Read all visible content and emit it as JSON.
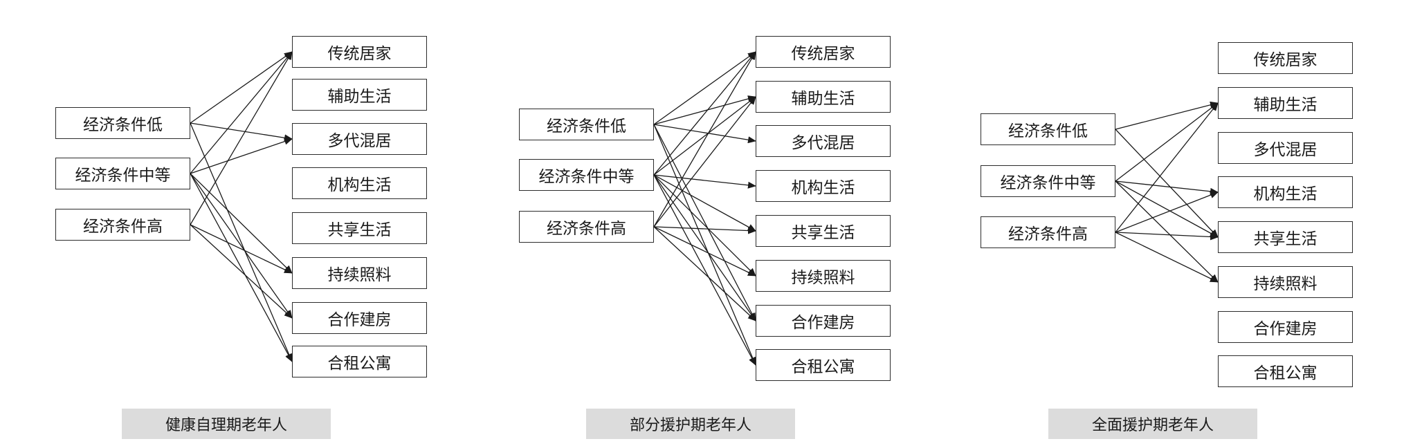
{
  "panels": [
    {
      "caption": "健康自理期老年人",
      "sources": [
        "经济条件低",
        "经济条件中等",
        "经济条件高"
      ],
      "targets": [
        "传统居家",
        "辅助生活",
        "多代混居",
        "机构生活",
        "共享生活",
        "持续照料",
        "合作建房",
        "合租公寓"
      ],
      "edges": [
        [
          0,
          0
        ],
        [
          0,
          2
        ],
        [
          0,
          7
        ],
        [
          1,
          0
        ],
        [
          1,
          2
        ],
        [
          1,
          5
        ],
        [
          1,
          6
        ],
        [
          1,
          7
        ],
        [
          2,
          0
        ],
        [
          2,
          5
        ],
        [
          2,
          6
        ]
      ]
    },
    {
      "caption": "部分援护期老年人",
      "sources": [
        "经济条件低",
        "经济条件中等",
        "经济条件高"
      ],
      "targets": [
        "传统居家",
        "辅助生活",
        "多代混居",
        "机构生活",
        "共享生活",
        "持续照料",
        "合作建房",
        "合租公寓"
      ],
      "edges": [
        [
          0,
          0
        ],
        [
          0,
          1
        ],
        [
          0,
          2
        ],
        [
          0,
          6
        ],
        [
          0,
          7
        ],
        [
          1,
          0
        ],
        [
          1,
          1
        ],
        [
          1,
          3
        ],
        [
          1,
          4
        ],
        [
          1,
          5
        ],
        [
          1,
          6
        ],
        [
          1,
          7
        ],
        [
          2,
          0
        ],
        [
          2,
          1
        ],
        [
          2,
          4
        ],
        [
          2,
          5
        ],
        [
          2,
          6
        ]
      ]
    },
    {
      "caption": "全面援护期老年人",
      "sources": [
        "经济条件低",
        "经济条件中等",
        "经济条件高"
      ],
      "targets": [
        "传统居家",
        "辅助生活",
        "多代混居",
        "机构生活",
        "共享生活",
        "持续照料",
        "合作建房",
        "合租公寓"
      ],
      "edges": [
        [
          0,
          1
        ],
        [
          0,
          4
        ],
        [
          1,
          1
        ],
        [
          1,
          3
        ],
        [
          1,
          4
        ],
        [
          1,
          5
        ],
        [
          2,
          1
        ],
        [
          2,
          3
        ],
        [
          2,
          4
        ],
        [
          2,
          5
        ]
      ]
    }
  ]
}
